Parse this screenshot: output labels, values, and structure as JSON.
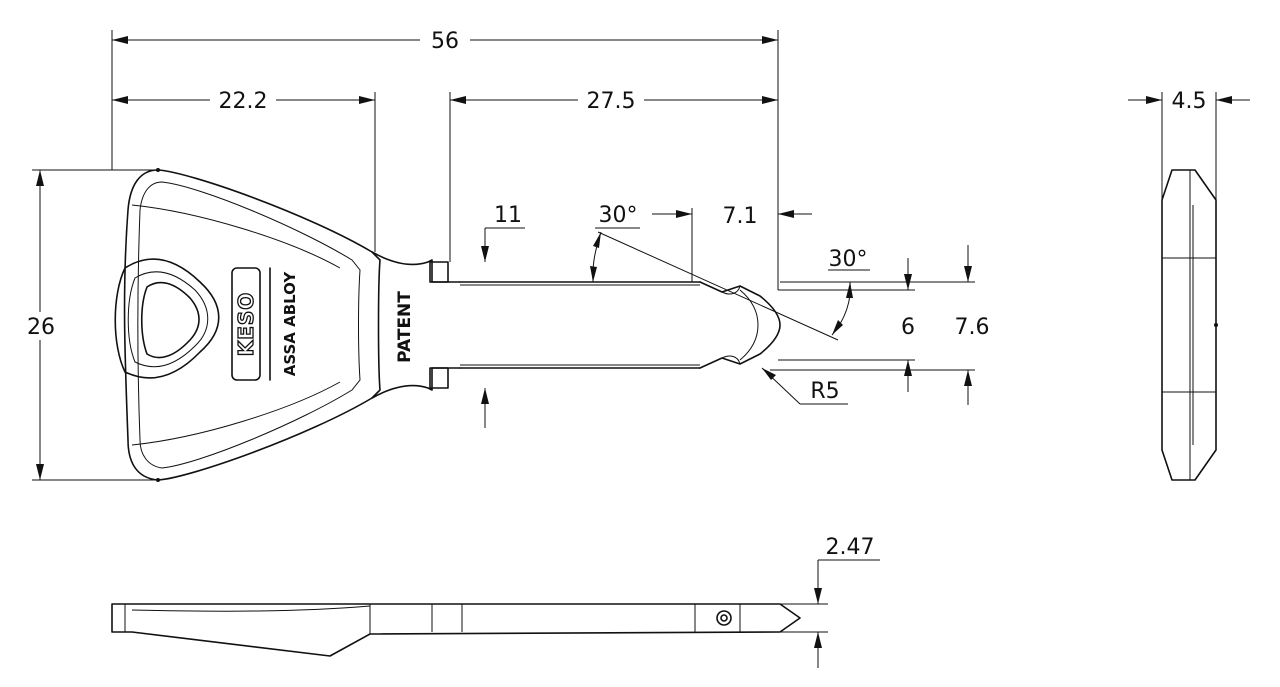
{
  "dimensions": {
    "overall_length": "56",
    "head_length": "22.2",
    "blade_length": "27.5",
    "shoulder_offset": "11",
    "tip_angle_upper": "30°",
    "tip_offset": "7.1",
    "tip_angle_lower": "30°",
    "head_height": "26",
    "inner_width": "6",
    "outer_width": "7.6",
    "tip_radius": "R5",
    "thickness": "4.5",
    "blade_thickness": "2.47"
  },
  "markings": {
    "logo": "KESO",
    "maker": "ASSA ABLOY",
    "patent": "PATENT"
  }
}
